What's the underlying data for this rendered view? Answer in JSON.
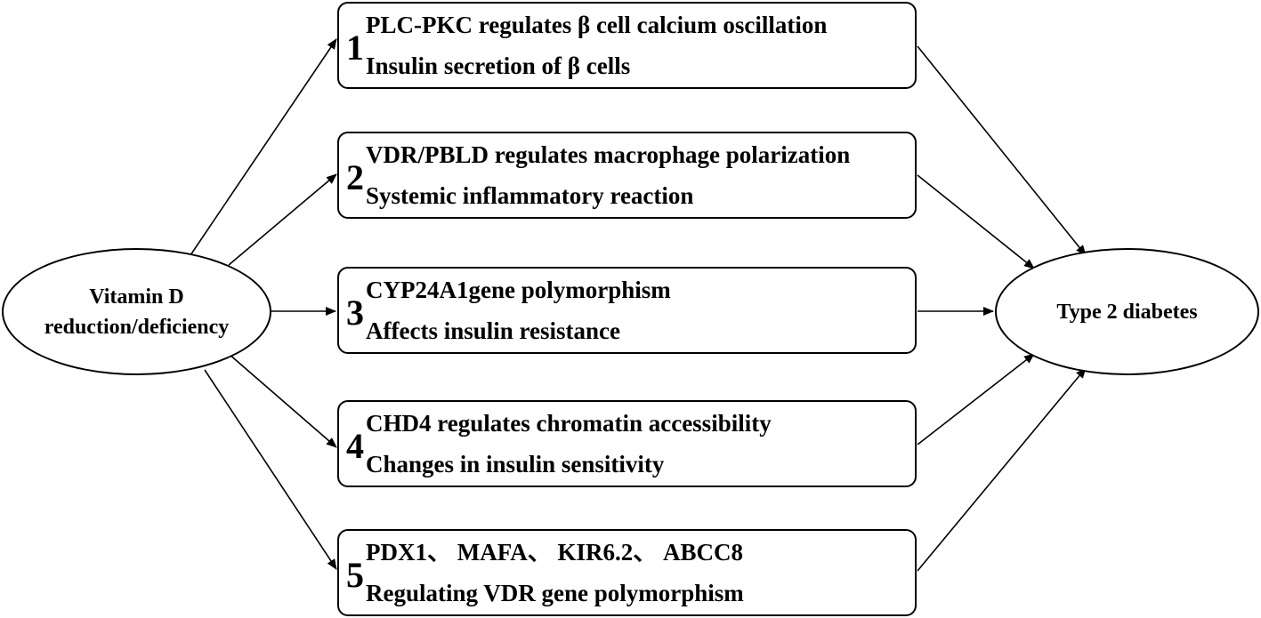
{
  "source": {
    "line1": "Vitamin D",
    "line2": "reduction/deficiency"
  },
  "target": {
    "label": "Type 2 diabetes"
  },
  "mechanisms": [
    {
      "number": "1",
      "line1": "PLC-PKC regulates β cell calcium  oscillation",
      "line2": "Insulin secretion of β cells"
    },
    {
      "number": "2",
      "line1": "VDR/PBLD regulates macrophage polarization",
      "line2": "Systemic inflammatory reaction"
    },
    {
      "number": "3",
      "line1": "CYP24A1gene polymorphism",
      "line2": "Affects insulin resistance"
    },
    {
      "number": "4",
      "line1": "CHD4 regulates chromatin accessibility",
      "line2": "Changes in insulin sensitivity"
    },
    {
      "number": "5",
      "line1": "PDX1、 MAFA、 KIR6.2、 ABCC8",
      "line2": "Regulating VDR gene polymorphism"
    }
  ],
  "colors": {
    "stroke": "#000000",
    "background": "#ffffff"
  }
}
